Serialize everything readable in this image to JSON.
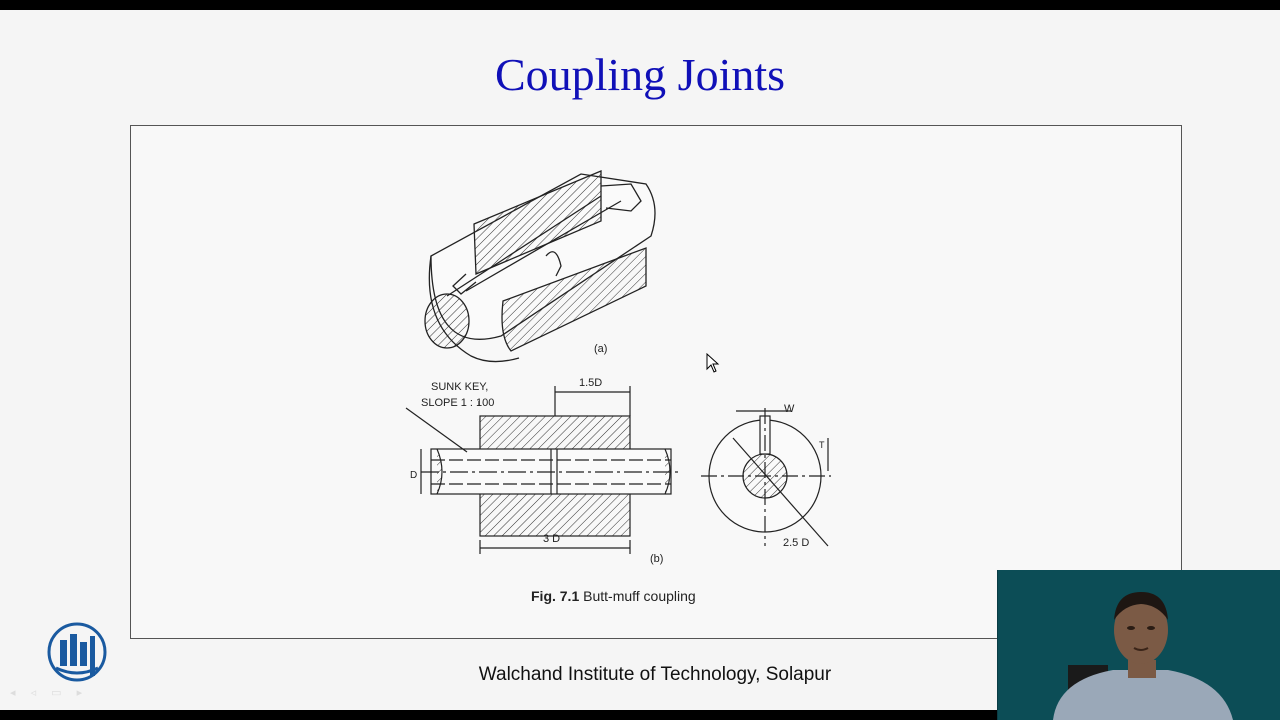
{
  "slide": {
    "title": "Coupling Joints",
    "footer": "Walchand Institute of Technology, Solapur"
  },
  "figure": {
    "label_a": "(a)",
    "label_b": "(b)",
    "sunk_key_line1": "SUNK KEY,",
    "sunk_key_line2": "SLOPE 1 : 100",
    "dim_1_5d": "1.5D",
    "dim_3d": "3 D",
    "dim_d": "D",
    "dim_w": "W",
    "dim_t": "T",
    "dim_2_5d": "2.5 D",
    "caption_fig": "Fig. 7.1",
    "caption_text": "Butt-muff coupling"
  },
  "colors": {
    "title": "#1010b8",
    "webcam_bg": "#0c4d56"
  },
  "icons": {
    "logo": "wit-logo-icon",
    "cursor": "mouse-pointer-icon"
  }
}
